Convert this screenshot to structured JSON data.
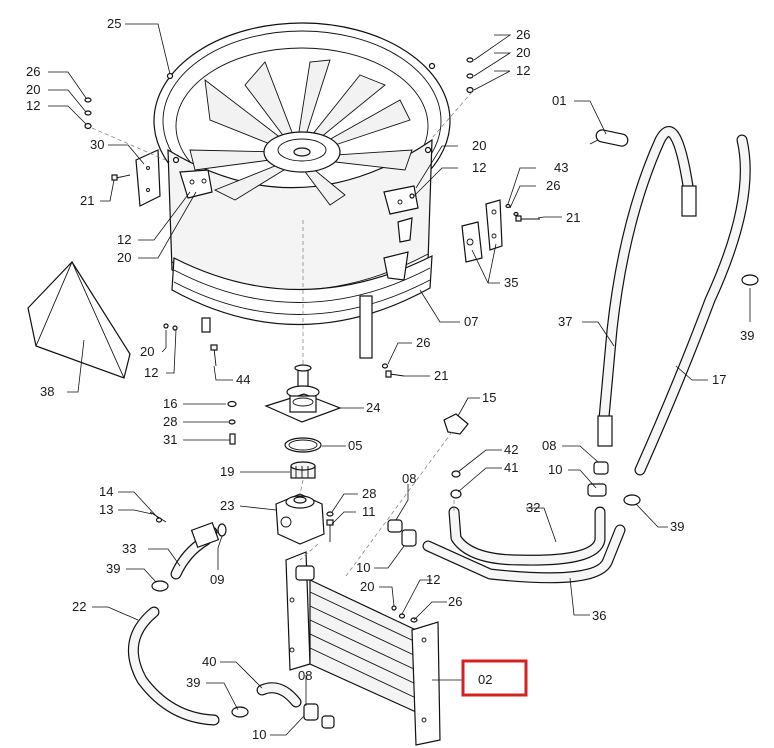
{
  "highlight_color": "#d42020",
  "callouts": {
    "c25": "25",
    "c26a": "26",
    "c20a": "20",
    "c12a": "12",
    "c26b": "26",
    "c20b": "20",
    "c12b": "12",
    "c30": "30",
    "c21a": "21",
    "c12c": "12",
    "c20c": "20",
    "c20d": "20",
    "c12d": "12",
    "c43": "43",
    "c26c": "26",
    "c21b": "21",
    "c35": "35",
    "c01": "01",
    "c37": "37",
    "c17": "17",
    "c39a": "39",
    "c38": "38",
    "c07": "07",
    "c20e": "20",
    "c12e": "12",
    "c44": "44",
    "c26d": "26",
    "c21c": "21",
    "c16": "16",
    "c28a": "28",
    "c31": "31",
    "c24": "24",
    "c05": "05",
    "c15": "15",
    "c19": "19",
    "c42": "42",
    "c41": "41",
    "c08a": "08",
    "c10a": "10",
    "c14": "14",
    "c13": "13",
    "c23": "23",
    "c28b": "28",
    "c11": "11",
    "c08b": "08",
    "c32": "32",
    "c39b": "39",
    "c33": "33",
    "c09": "09",
    "c39c": "39",
    "c10b": "10",
    "c36": "36",
    "c22": "22",
    "c20f": "20",
    "c12f": "12",
    "c26e": "26",
    "c40": "40",
    "c39d": "39",
    "c08c": "08",
    "c02": "02",
    "c10c": "10"
  }
}
